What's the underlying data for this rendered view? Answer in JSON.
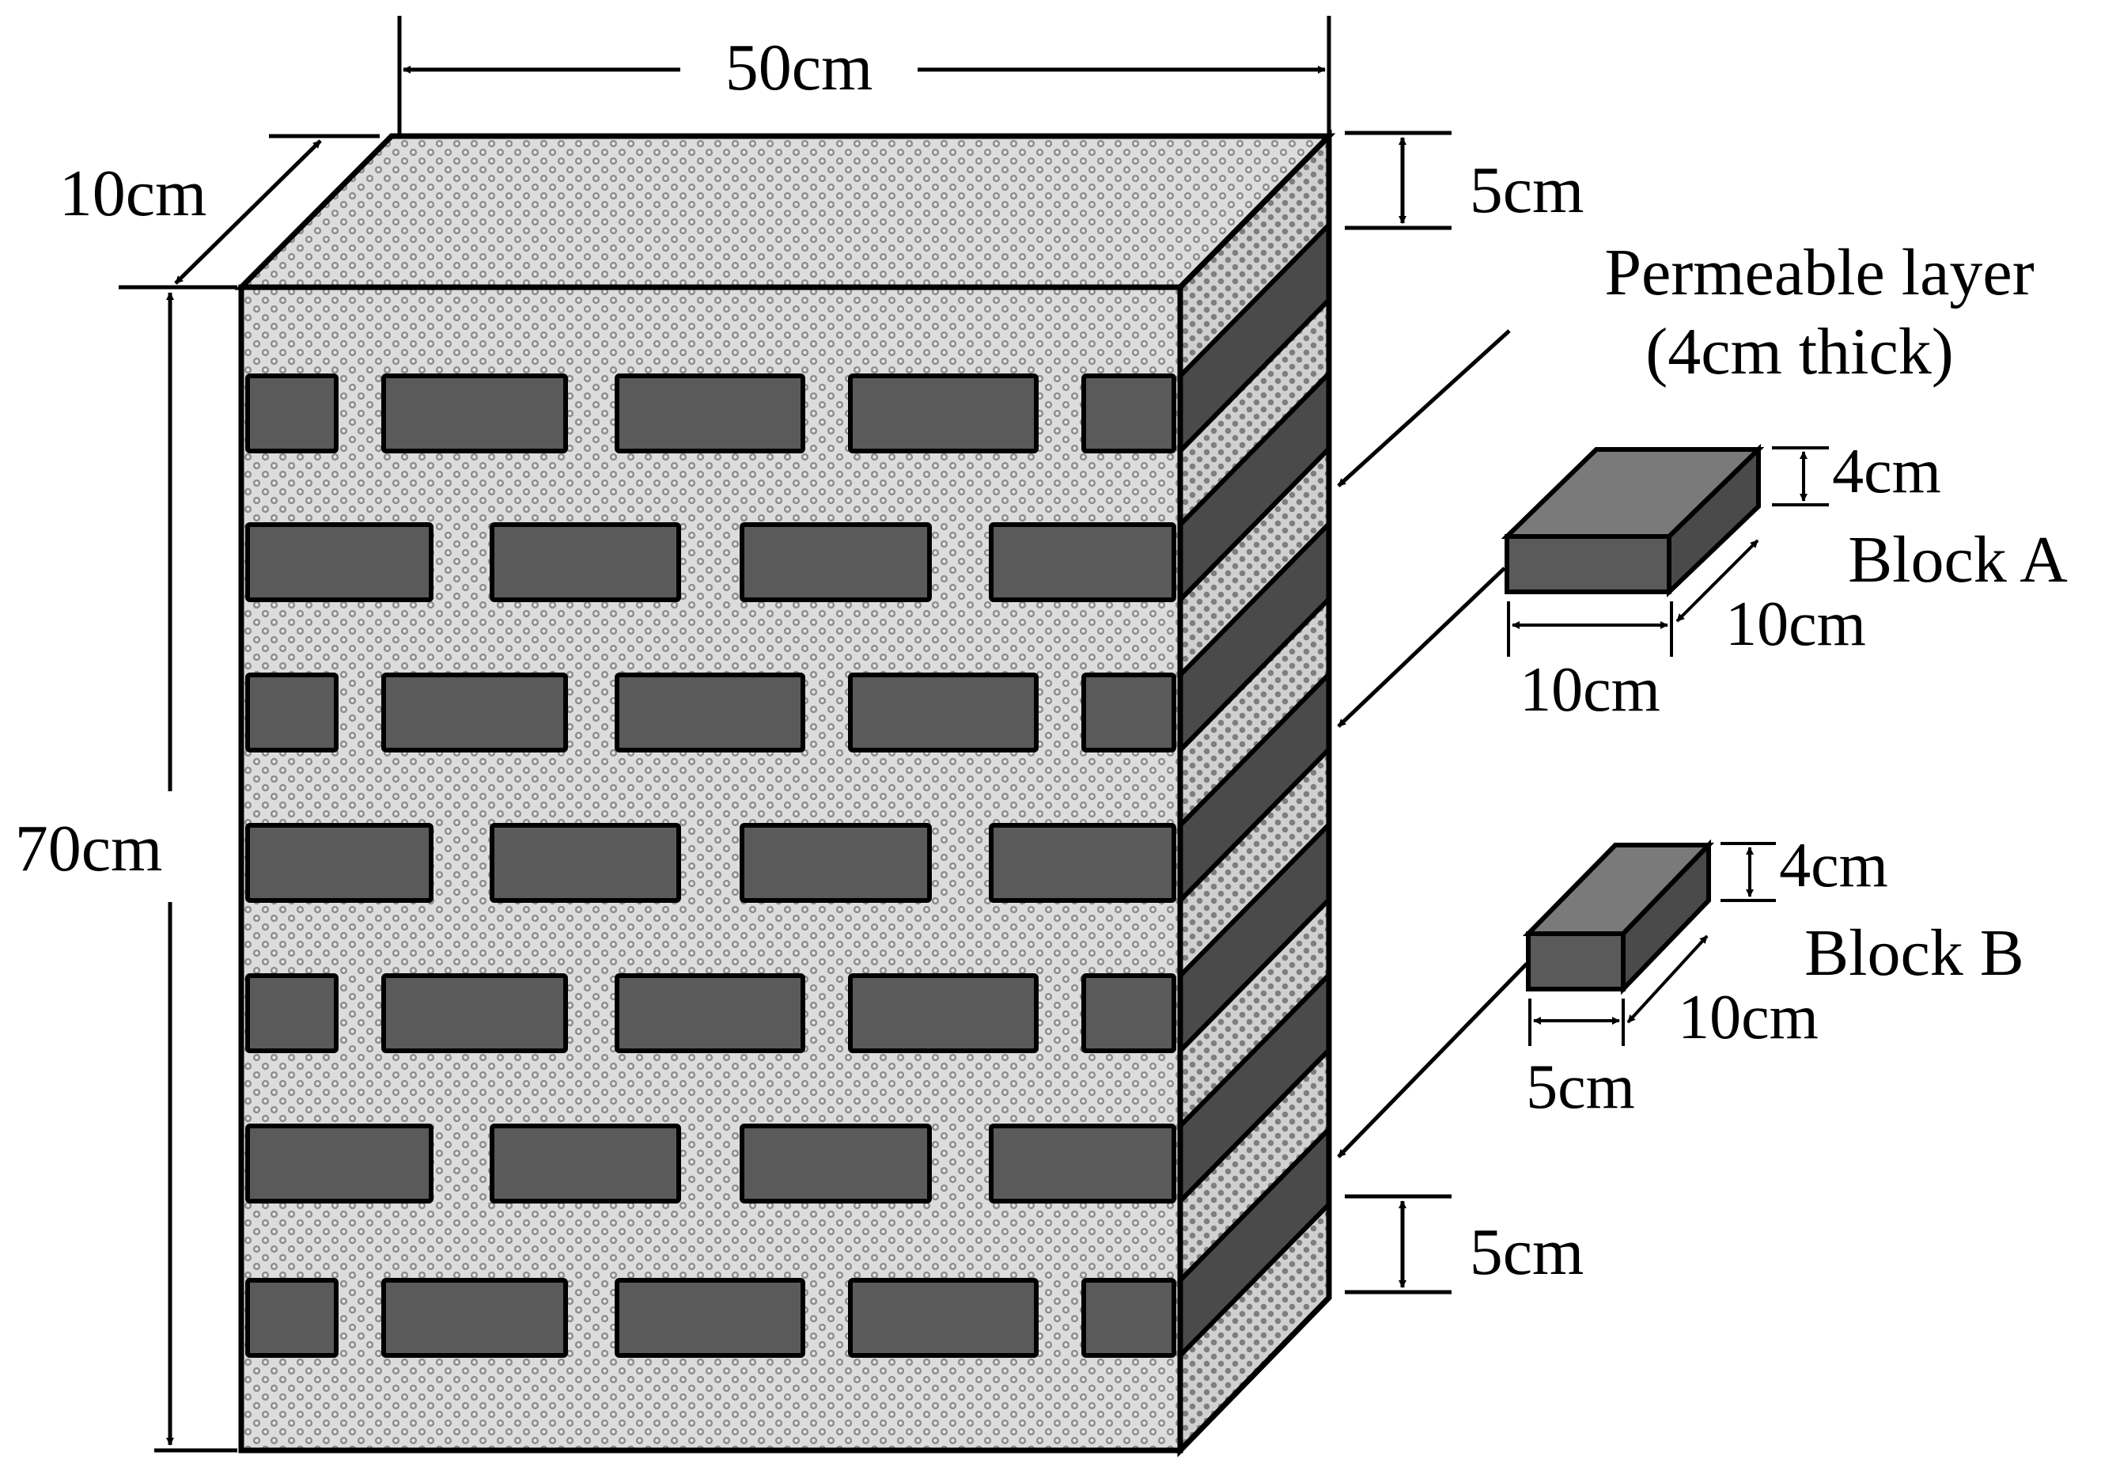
{
  "dimensions": {
    "width_top": "50cm",
    "depth_top": "10cm",
    "height_total": "70cm",
    "top_layer": "5cm",
    "bottom_layer": "5cm"
  },
  "permeable_layer": {
    "line1": "Permeable layer",
    "line2": "(4cm thick)"
  },
  "block_a": {
    "name": "Block A",
    "height": "4cm",
    "depth": "10cm",
    "width": "10cm"
  },
  "block_b": {
    "name": "Block B",
    "height": "4cm",
    "depth": "10cm",
    "width": "5cm"
  },
  "colors": {
    "block_fill": "#5a5a5a",
    "block_top": "#7a7a7a",
    "block_side": "#4a4a4a",
    "mortar_base": "#d9d9d9",
    "mortar_dot": "#8a8a8a",
    "outline": "#000000"
  }
}
